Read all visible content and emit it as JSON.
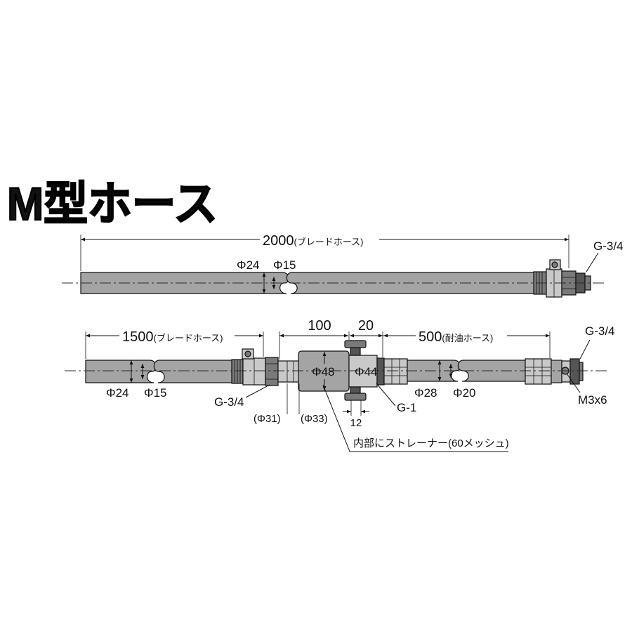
{
  "title": "M型ホース",
  "top_hose": {
    "length": "2000",
    "length_note": "(ブレードホース)",
    "outer_diameter": "Φ24",
    "inner_diameter": "Φ15",
    "thread": "G-3/4"
  },
  "bottom_hose": {
    "left_length": "1500",
    "left_note": "(ブレードホース)",
    "left_outer_diameter": "Φ24",
    "left_inner_diameter": "Φ15",
    "left_thread": "G-3/4",
    "neck_diameter_a": "(Φ31)",
    "neck_diameter_b": "(Φ33)",
    "strainer_length": "100",
    "strainer_diameter": "Φ48",
    "body_diameter": "Φ44",
    "bolt_offset": "20",
    "bolt_width": "12",
    "outlet_thread": "G-1",
    "right_length": "500",
    "right_note": "(耐油ホース)",
    "right_outer_diameter": "Φ28",
    "right_inner_diameter": "Φ20",
    "right_thread": "G-3/4",
    "screw": "M3x6",
    "strainer_note": "内部にストレーナー(60メッシュ)"
  },
  "colors": {
    "hose": "#a4a4a4",
    "fitting_light": "#c9c9c9",
    "fitting": "#7a7a7a",
    "fitting_dark": "#555555",
    "ink": "#111111"
  }
}
